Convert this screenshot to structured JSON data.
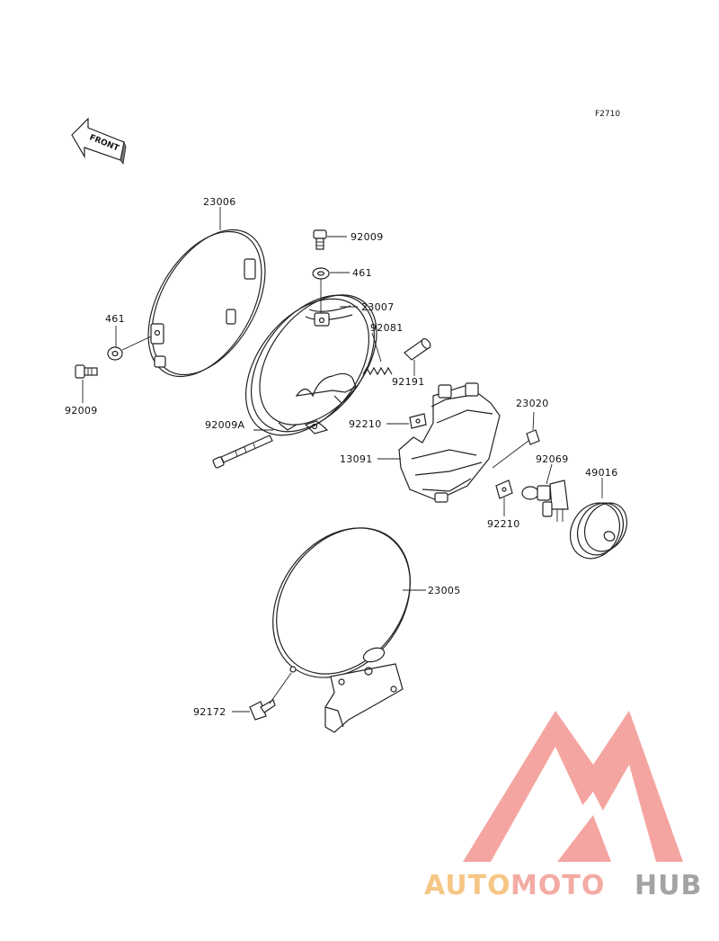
{
  "diagram_code": "F2710",
  "front_label": "FRONT",
  "watermark": {
    "part1": "AUTO",
    "part2": "MOTO",
    "part3": "HUB",
    "color_auto": "#f6c07a",
    "color_moto": "#f3a39b",
    "color_hub": "#9a9a9a",
    "logo_color": "#f07b74"
  },
  "parts": {
    "rim": "23006",
    "bolt_top": "92009",
    "washer_top": "461",
    "housing": "23007",
    "spring": "92081",
    "collar": "92191",
    "washer_left": "461",
    "bolt_left": "92009",
    "clip_upper": "92210",
    "socket": "23020",
    "long_bolt": "92009A",
    "bracket": "13091",
    "bulb": "92069",
    "boot": "49016",
    "clip_lower": "92210",
    "lens": "23005",
    "screw": "92172"
  }
}
